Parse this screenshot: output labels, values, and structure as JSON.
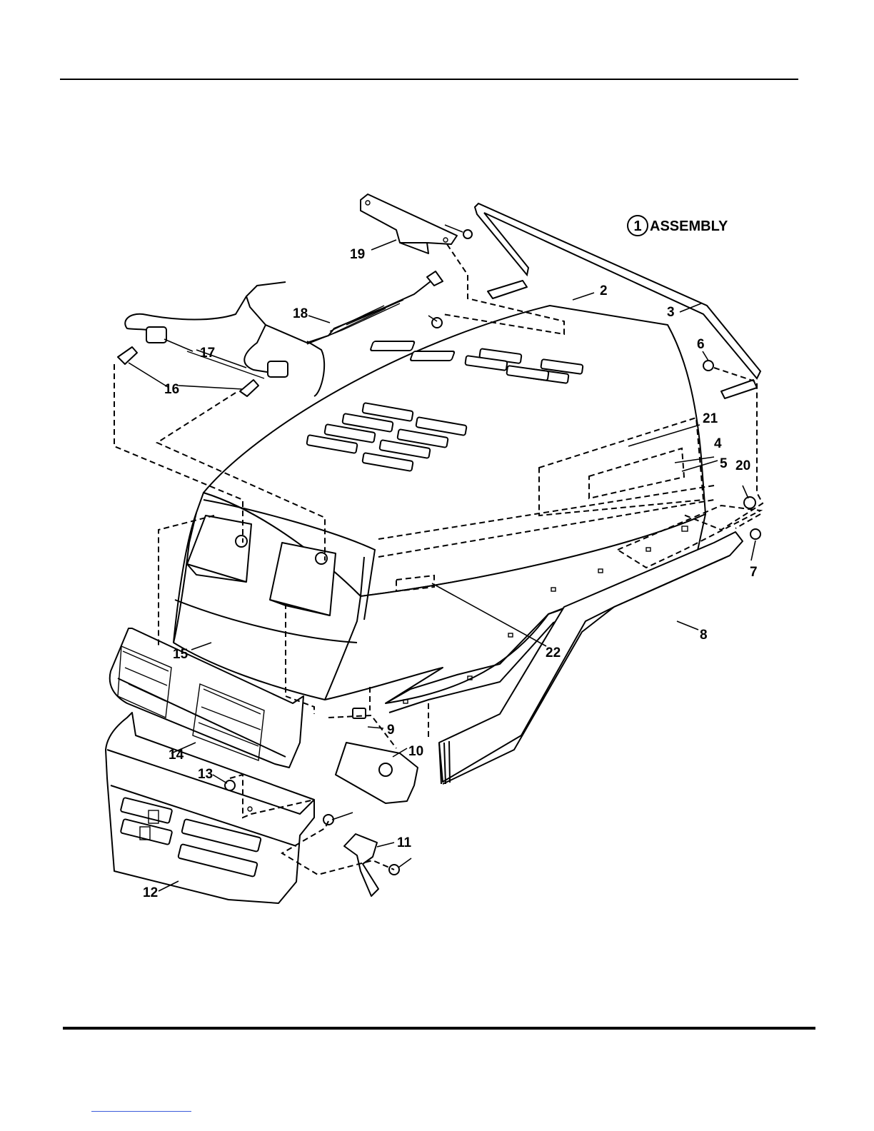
{
  "assembly": {
    "number": "1",
    "label": "ASSEMBLY"
  },
  "callouts": [
    {
      "id": "c2",
      "text": "2"
    },
    {
      "id": "c3",
      "text": "3"
    },
    {
      "id": "c4",
      "text": "4"
    },
    {
      "id": "c5",
      "text": "5"
    },
    {
      "id": "c6",
      "text": "6"
    },
    {
      "id": "c7",
      "text": "7"
    },
    {
      "id": "c8",
      "text": "8"
    },
    {
      "id": "c9",
      "text": "9"
    },
    {
      "id": "c10",
      "text": "10"
    },
    {
      "id": "c11",
      "text": "11"
    },
    {
      "id": "c12",
      "text": "12"
    },
    {
      "id": "c13",
      "text": "13"
    },
    {
      "id": "c14",
      "text": "14"
    },
    {
      "id": "c15",
      "text": "15"
    },
    {
      "id": "c16",
      "text": "16"
    },
    {
      "id": "c17",
      "text": "17"
    },
    {
      "id": "c18",
      "text": "18"
    },
    {
      "id": "c19",
      "text": "19"
    },
    {
      "id": "c20",
      "text": "20"
    },
    {
      "id": "c21",
      "text": "21"
    },
    {
      "id": "c22",
      "text": "22"
    }
  ]
}
